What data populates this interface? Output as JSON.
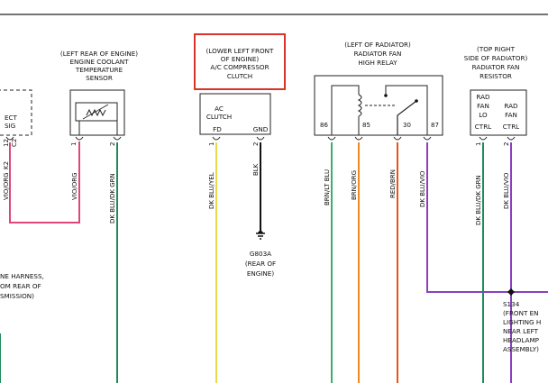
{
  "colors": {
    "line": "#222222",
    "highlight": "#d9332b",
    "wire_vio_org": "#e0457b",
    "wire_dk_blu_yel": "#e9d84a",
    "wire_blk": "#111111",
    "wire_brn_lt_blu": "#37b06b",
    "wire_brn_org": "#f08a1f",
    "wire_red_brn": "#e8531c",
    "wire_dk_blu_vio": "#8a3fc2",
    "wire_dk_blu_dk_grn": "#1f8a5a",
    "background": "#ffffff"
  },
  "ect": {
    "label_line1": "ECT",
    "label_line2": "SIG",
    "pin_12": "12",
    "pin_c2": "C2",
    "pin_k2": "K2",
    "wire_label": "VIO/ORG"
  },
  "harness_note": {
    "line1": "NE HARNESS,",
    "line2": "OM REAR OF",
    "line3": "SMISSION)"
  },
  "ect_sensor": {
    "title_line1": "(LEFT REAR OF ENGINE)",
    "title_line2": "ENGINE COOLANT",
    "title_line3": "TEMPERATURE",
    "title_line4": "SENSOR",
    "pin1": "1",
    "pin2": "2",
    "wire1": "VIO/ORG",
    "wire2": "DK BLU/DK GRN"
  },
  "ac_clutch": {
    "title_line1": "(LOWER LEFT FRONT",
    "title_line2": "OF ENGINE)",
    "title_line3": "A/C COMPRESSOR",
    "title_line4": "CLUTCH",
    "box_line1": "AC",
    "box_line2": "CLUTCH",
    "pin_fd": "FD",
    "pin_gnd": "GND",
    "pin1": "1",
    "pin2": "2",
    "wire1": "DK BLU/YEL",
    "wire2": "BLK"
  },
  "ground": {
    "id": "G803A",
    "note_line1": "(REAR OF",
    "note_line2": "ENGINE)"
  },
  "fan_relay": {
    "title_line1": "(LEFT OF RADIATOR)",
    "title_line2": "RADIATOR FAN",
    "title_line3": "HIGH RELAY",
    "pin86": "86",
    "pin85": "85",
    "pin30": "30",
    "pin87": "87",
    "wire86": "BRN/LT BLU",
    "wire85": "BRN/ORG",
    "wire30": "RED/BRN",
    "wire87": "DK BLU/VIO"
  },
  "fan_resistor": {
    "title_line1": "(TOP RIGHT",
    "title_line2": "SIDE OF RADIATOR)",
    "title_line3": "RADIATOR FAN",
    "title_line4": "RESISTOR",
    "col1_line1": "RAD",
    "col1_line2": "FAN",
    "col1_line3": "LO",
    "col1_line4": "CTRL",
    "col2_line1": "RAD",
    "col2_line2": "FAN",
    "col2_line3": "CTRL",
    "pin1": "1",
    "pin2": "2",
    "wire1": "DK BLU/DK GRN",
    "wire2": "DK BLU/VIO"
  },
  "splice": {
    "id": "S134",
    "note_line1": "(FRONT EN",
    "note_line2": "LIGHTING H",
    "note_line3": "NEAR LEFT",
    "note_line4": "HEADLAMP",
    "note_line5": "ASSEMBLY)"
  }
}
